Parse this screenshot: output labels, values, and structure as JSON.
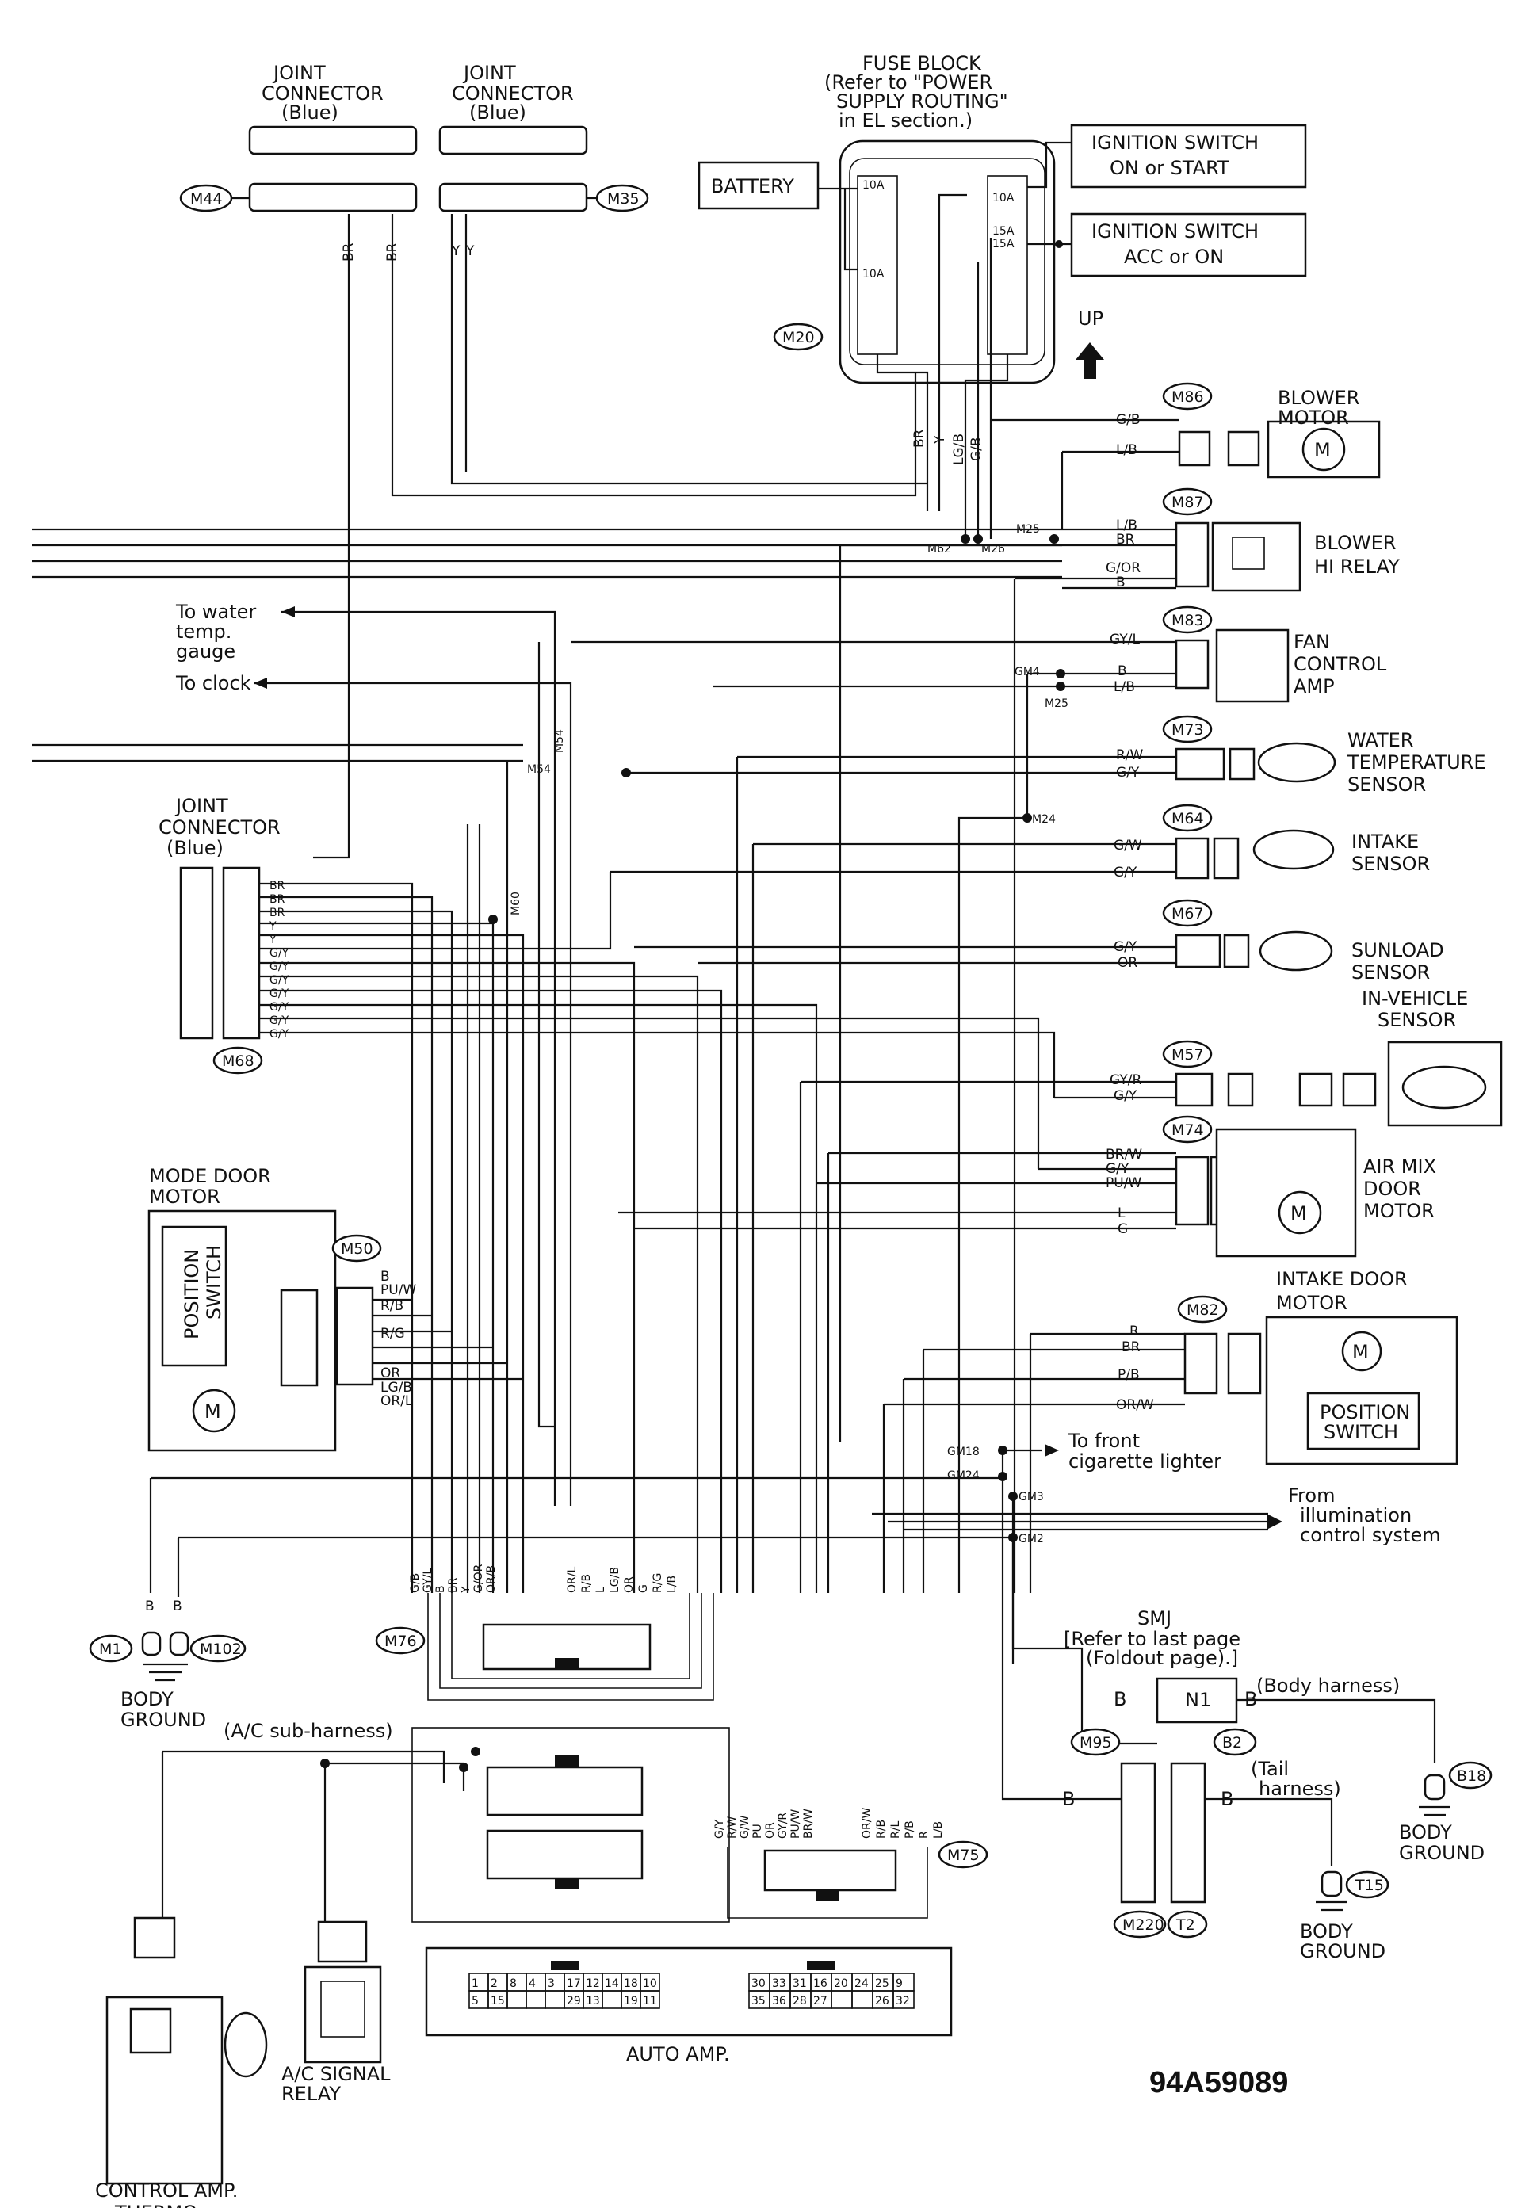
{
  "diagram_id": "94A59089",
  "top_connectors": {
    "joint_connector_1": [
      "JOINT",
      "CONNECTOR",
      "(Blue)"
    ],
    "joint_connector_2": [
      "JOINT",
      "CONNECTOR",
      "(Blue)"
    ],
    "m44": "M44",
    "m35": "M35",
    "wire_br_1": "BR",
    "wire_br_2": "BR",
    "wire_y_1": "Y",
    "wire_y_2": "Y"
  },
  "fuse_block": {
    "title": [
      "FUSE BLOCK",
      "(Refer to \"POWER",
      "SUPPLY ROUTING\"",
      "in EL section.)"
    ],
    "battery": "BATTERY",
    "fuse_10a_1": "10A",
    "fuse_10a_2": "10A",
    "fuse_10a_3": "10A",
    "fuse_15a_1": "15A",
    "fuse_15a_2": "15A",
    "ign_on": [
      "IGNITION SWITCH",
      "ON or START"
    ],
    "ign_acc": [
      "IGNITION SWITCH",
      "ACC or ON"
    ],
    "m20": "M20",
    "up": "UP"
  },
  "wire_stack": {
    "br": "BR",
    "y": "Y",
    "lgb": "LG/B",
    "gb": "G/B"
  },
  "splices": {
    "m25a": "M25",
    "m62": "M62",
    "m26": "M26",
    "gm4": "GM4",
    "m25b": "M25",
    "m54a": "M54",
    "m54b": "M54",
    "m24": "M24",
    "m60": "M60",
    "gm18": "GM18",
    "gm24": "GM24",
    "gm3": "GM3",
    "gm2": "GM2"
  },
  "notes": {
    "to_water": [
      "To water",
      "temp.",
      "gauge"
    ],
    "to_clock": "To clock",
    "to_lighter": [
      "To front",
      "cigarette lighter"
    ],
    "from_illum": [
      "From",
      "illumination",
      "control system"
    ]
  },
  "right_components": {
    "m86": "M86",
    "blower_motor": [
      "BLOWER",
      "MOTOR"
    ],
    "m86_wires": [
      "G/B",
      "L/B"
    ],
    "m87": "M87",
    "blower_hi_relay": [
      "BLOWER",
      "HI RELAY"
    ],
    "m87_wires": [
      "L/B",
      "BR",
      "G/OR",
      "B"
    ],
    "m83": "M83",
    "fan_control_amp": [
      "FAN",
      "CONTROL",
      "AMP"
    ],
    "m83_wires": [
      "GY/L",
      "B",
      "L/B"
    ],
    "m73": "M73",
    "water_temp_sensor": [
      "WATER",
      "TEMPERATURE",
      "SENSOR"
    ],
    "m73_wires": [
      "R/W",
      "G/Y"
    ],
    "m64": "M64",
    "intake_sensor": [
      "INTAKE",
      "SENSOR"
    ],
    "m64_wires": [
      "G/W",
      "G/Y"
    ],
    "m67": "M67",
    "sunload_sensor": [
      "SUNLOAD",
      "SENSOR"
    ],
    "m67_wires": [
      "G/Y",
      "OR"
    ],
    "m57": "M57",
    "in_vehicle_sensor": [
      "IN-VEHICLE",
      "SENSOR"
    ],
    "m57_wires": [
      "GY/R",
      "G/Y"
    ],
    "m74": "M74",
    "air_mix": [
      "AIR MIX",
      "DOOR",
      "MOTOR"
    ],
    "m74_wires": [
      "BR/W",
      "G/Y",
      "PU/W",
      "L",
      "G"
    ],
    "m82": "M82",
    "intake_door_motor": [
      "INTAKE DOOR",
      "MOTOR"
    ],
    "m82_wires": [
      "R",
      "BR",
      "P/B",
      "OR/W"
    ],
    "position_switch": [
      "POSITION",
      "SWITCH"
    ]
  },
  "left_components": {
    "joint_connector": [
      "JOINT",
      "CONNECTOR",
      "(Blue)"
    ],
    "m68": "M68",
    "m68_wires": [
      "BR",
      "BR",
      "BR",
      "Y",
      "Y",
      "G/Y",
      "G/Y",
      "G/Y",
      "G/Y",
      "G/Y",
      "G/Y",
      "G/Y"
    ],
    "mode_door_motor": [
      "MODE DOOR",
      "MOTOR"
    ],
    "position_switch": [
      "POSITION",
      "SWITCH"
    ],
    "m50": "M50",
    "m50_wires": [
      "B",
      "PU/W",
      "R/B",
      "R/G",
      "OR",
      "LG/B",
      "OR/L"
    ]
  },
  "ground": {
    "m1": "M1",
    "m102": "M102",
    "b": "B",
    "body_ground": [
      "BODY",
      "GROUND"
    ]
  },
  "m76": {
    "code": "M76",
    "wires_left": [
      "G/B",
      "GY/L",
      "B",
      "BR",
      "Y",
      "G/OR",
      "OR/B"
    ],
    "wires_right": [
      "OR/L",
      "R/B",
      "L",
      "LG/B",
      "OR",
      "G",
      "R/G",
      "L/B"
    ]
  },
  "m75": {
    "code": "M75",
    "wires_left": [
      "G/Y",
      "R/W",
      "G/W",
      "PU",
      "OR",
      "GY/R",
      "PU/W",
      "BR/W"
    ],
    "wires_right": [
      "OR/W",
      "R/B",
      "R/L",
      "P/B",
      "R",
      "L/B"
    ]
  },
  "smj": {
    "title": [
      "SMJ",
      "[Refer to last page",
      "(Foldout page).]"
    ],
    "n1": "N1",
    "b_left": "B",
    "b_right": "B",
    "m95": "M95",
    "b2": "B2",
    "body_harness": "(Body harness)",
    "b18": "B18",
    "body_ground": [
      "BODY",
      "GROUND"
    ],
    "b_m220": "B",
    "b_t2": "B",
    "tail_harness": [
      "(Tail",
      "harness)"
    ],
    "m220": "M220",
    "t2": "T2",
    "t15": "T15",
    "body_ground_2": [
      "BODY",
      "GROUND"
    ]
  },
  "bottom": {
    "ac_sub": "(A/C sub-harness)",
    "thermo": [
      "THERMO",
      "CONTROL AMP."
    ],
    "ac_relay": [
      "A/C SIGNAL",
      "RELAY"
    ],
    "auto_amp": "AUTO AMP.",
    "pin_row1_left": [
      "1",
      "2",
      "8",
      "4",
      "3",
      "17",
      "12",
      "14",
      "18",
      "10"
    ],
    "pin_row2_left": [
      "5",
      "15",
      "",
      "",
      "",
      "29",
      "13",
      "",
      "19",
      "11"
    ],
    "pin_row1_right": [
      "30",
      "33",
      "31",
      "16",
      "20",
      "24",
      "25",
      "9"
    ],
    "pin_row2_right": [
      "35",
      "36",
      "28",
      "27",
      "",
      "",
      "26",
      "32"
    ]
  }
}
